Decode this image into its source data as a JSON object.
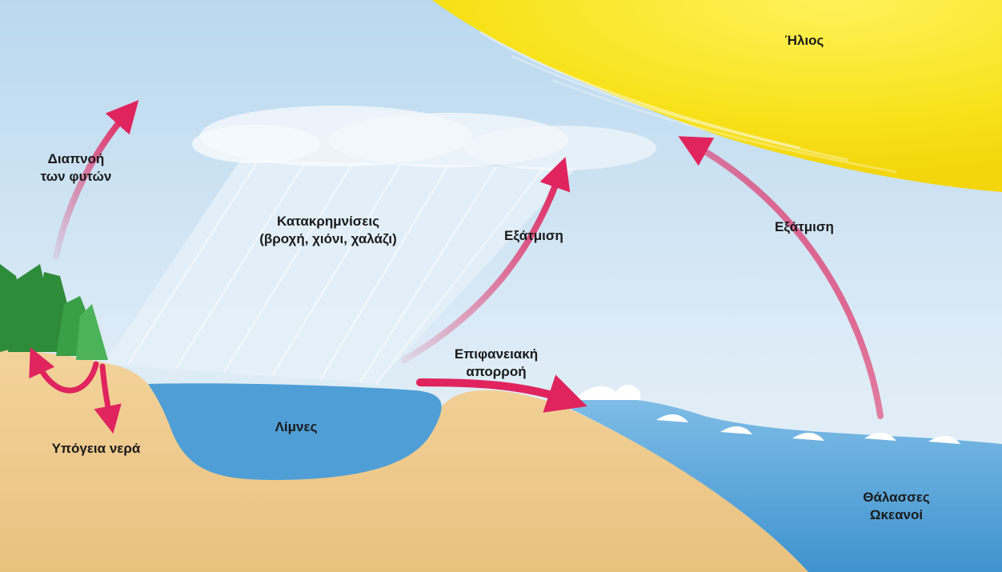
{
  "labels": {
    "sun": "Ήλιος",
    "transpiration": [
      "Διαπνοή",
      "των φυτών"
    ],
    "precipitation": [
      "Κατακρημνίσεις",
      "(βροχή, χιόνι, χαλάζι)"
    ],
    "evaporation_land": "Εξάτμιση",
    "evaporation_sea": "Εξάτμιση",
    "runoff": [
      "Επιφανειακή",
      "απορροή"
    ],
    "groundwater": "Υπόγεια νερά",
    "lakes": "Λίμνες",
    "seas": [
      "Θάλασσες",
      "Ωκεανοί"
    ]
  },
  "colors": {
    "sky": "#cfe4f3",
    "sun": "#f7e21a",
    "ground": "#eeca8c",
    "lake": "#4f9fd6",
    "sea": "#5aa6dc",
    "trees": "#2e8b3a",
    "arrow": "#e0245e"
  }
}
